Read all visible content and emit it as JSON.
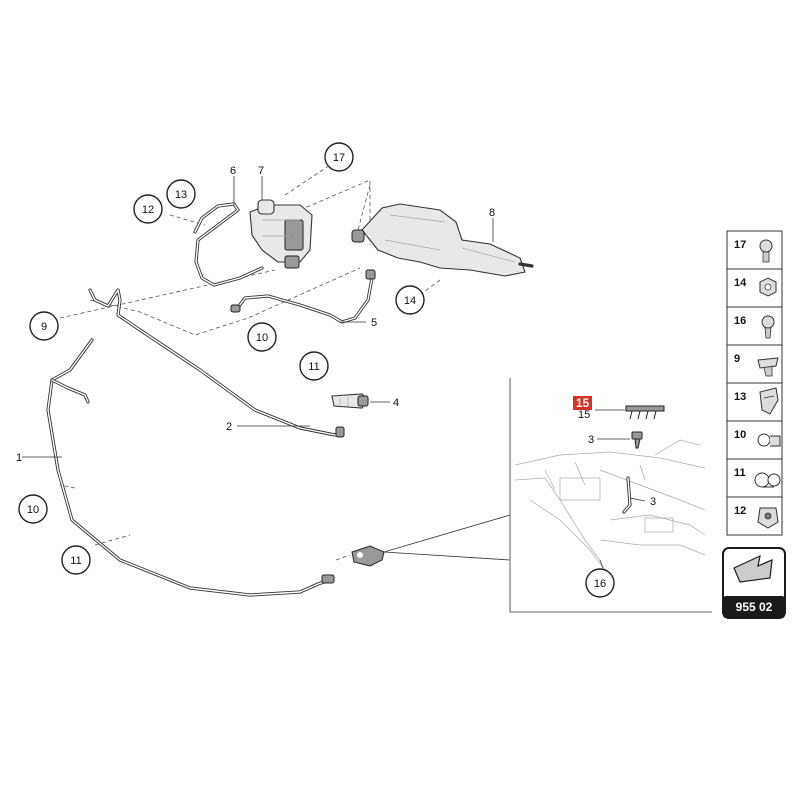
{
  "callouts": {
    "c1": "1",
    "c2": "2",
    "c3a": "3",
    "c3b": "3",
    "c4": "4",
    "c5": "5",
    "c6": "6",
    "c7": "7",
    "c8": "8",
    "c9": "9",
    "c10a": "10",
    "c10b": "10",
    "c11a": "11",
    "c11b": "11",
    "c12": "12",
    "c13": "13",
    "c14": "14",
    "c15": "15",
    "c15b": "15",
    "c16": "16",
    "c17": "17"
  },
  "legend": {
    "items": [
      {
        "number": "17",
        "icon": "screw-icon"
      },
      {
        "number": "14",
        "icon": "nut-icon"
      },
      {
        "number": "16",
        "icon": "bolt-icon"
      },
      {
        "number": "9",
        "icon": "clip-icon"
      },
      {
        "number": "13",
        "icon": "bracket-icon"
      },
      {
        "number": "10",
        "icon": "hose-clip-icon"
      },
      {
        "number": "11",
        "icon": "clamp-icon"
      },
      {
        "number": "12",
        "icon": "retainer-icon"
      }
    ]
  },
  "reference": {
    "code": "955 02",
    "icon": "arrow-icon"
  },
  "colors": {
    "highlight": "#d93025",
    "ink": "#222222",
    "reference_bg": "#1a1a1a"
  }
}
